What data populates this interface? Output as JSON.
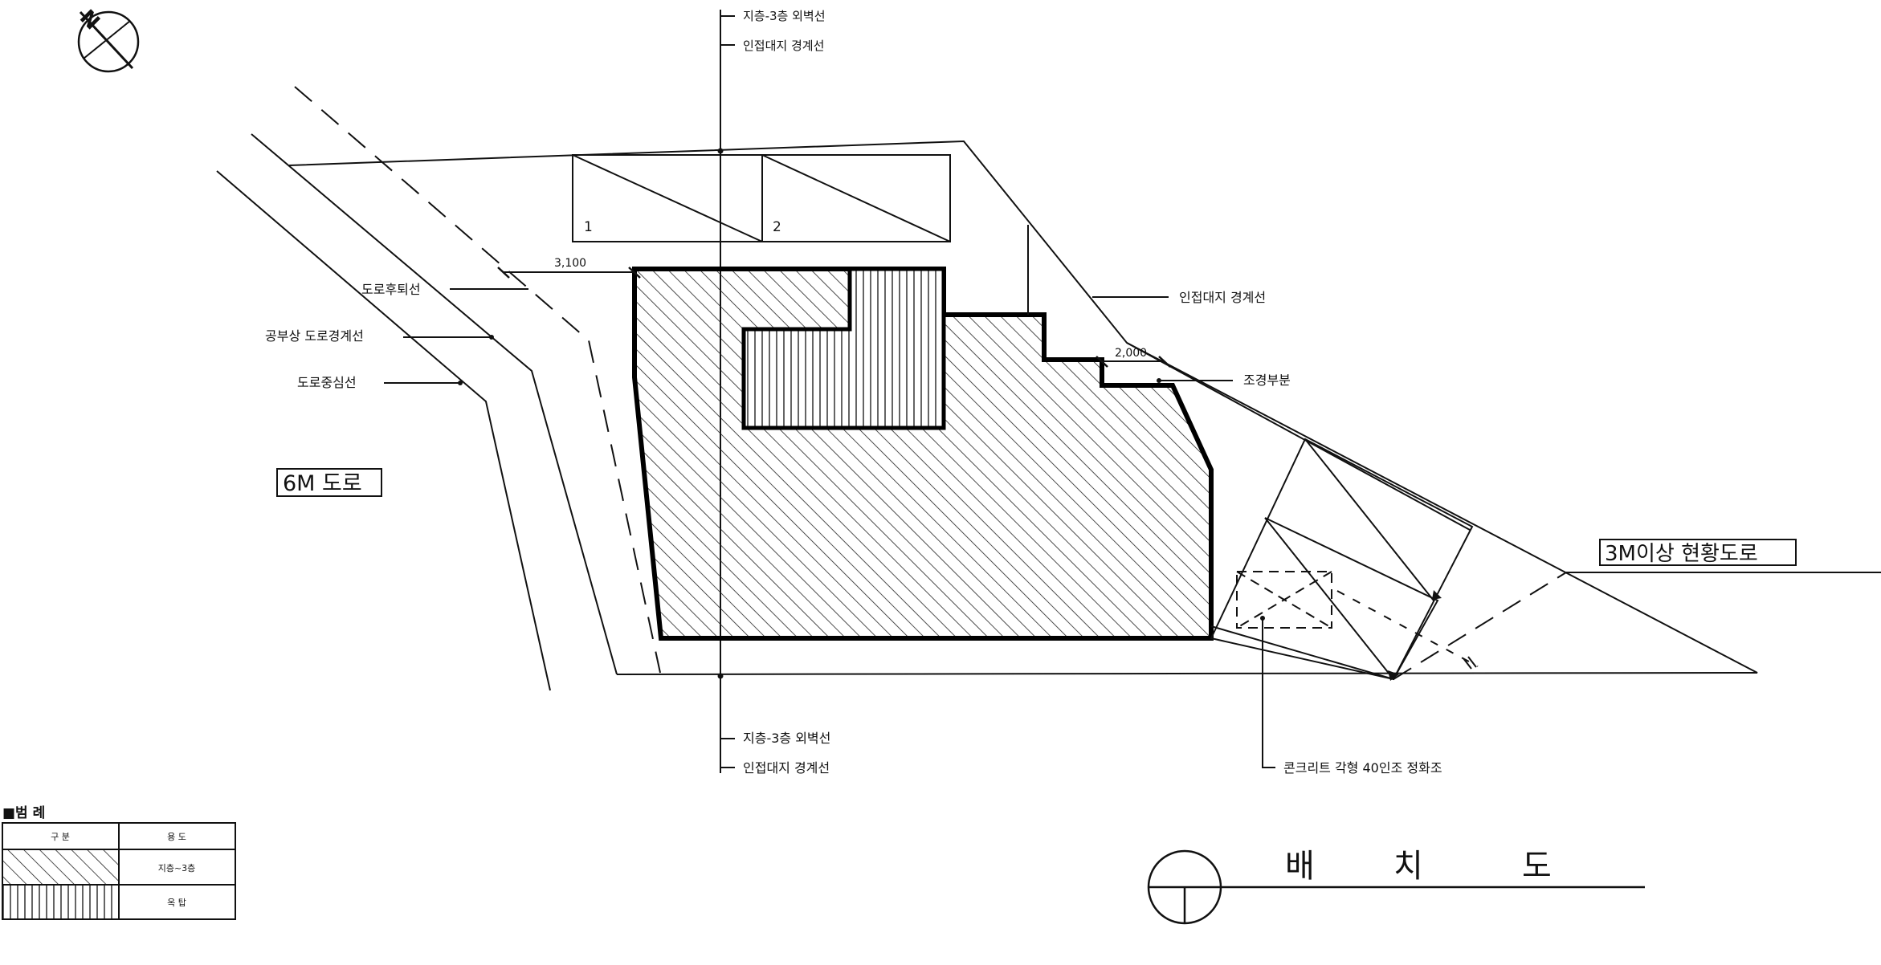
{
  "labels": {
    "top_exterior_wall": "지층-3층 외벽선",
    "top_boundary": "인접대지 경계선",
    "bottom_exterior_wall": "지층-3층 외벽선",
    "bottom_boundary": "인접대지 경계선",
    "right_boundary": "인접대지 경계선",
    "road_setback": "도로후퇴선",
    "official_road_boundary": "공부상 도로경계선",
    "road_centerline": "도로중심선",
    "landscape": "조경부분",
    "septic_tank": "콘크리트 각형 40인조 정화조",
    "road_6m": "6M 도로",
    "road_3m": "3M이상 현황도로",
    "dim_left": "3,100",
    "dim_right": "2,000",
    "parking_1": "1",
    "parking_2": "2",
    "north": "N"
  },
  "legend": {
    "title": "■범 례",
    "header_col1": "구 분",
    "header_col2": "용 도",
    "row1": "지층~3층",
    "row2": "옥 탑"
  },
  "title_block": {
    "char1": "배",
    "char2": "치",
    "char3": "도"
  },
  "colors": {
    "line": "#111111",
    "background": "#ffffff"
  }
}
